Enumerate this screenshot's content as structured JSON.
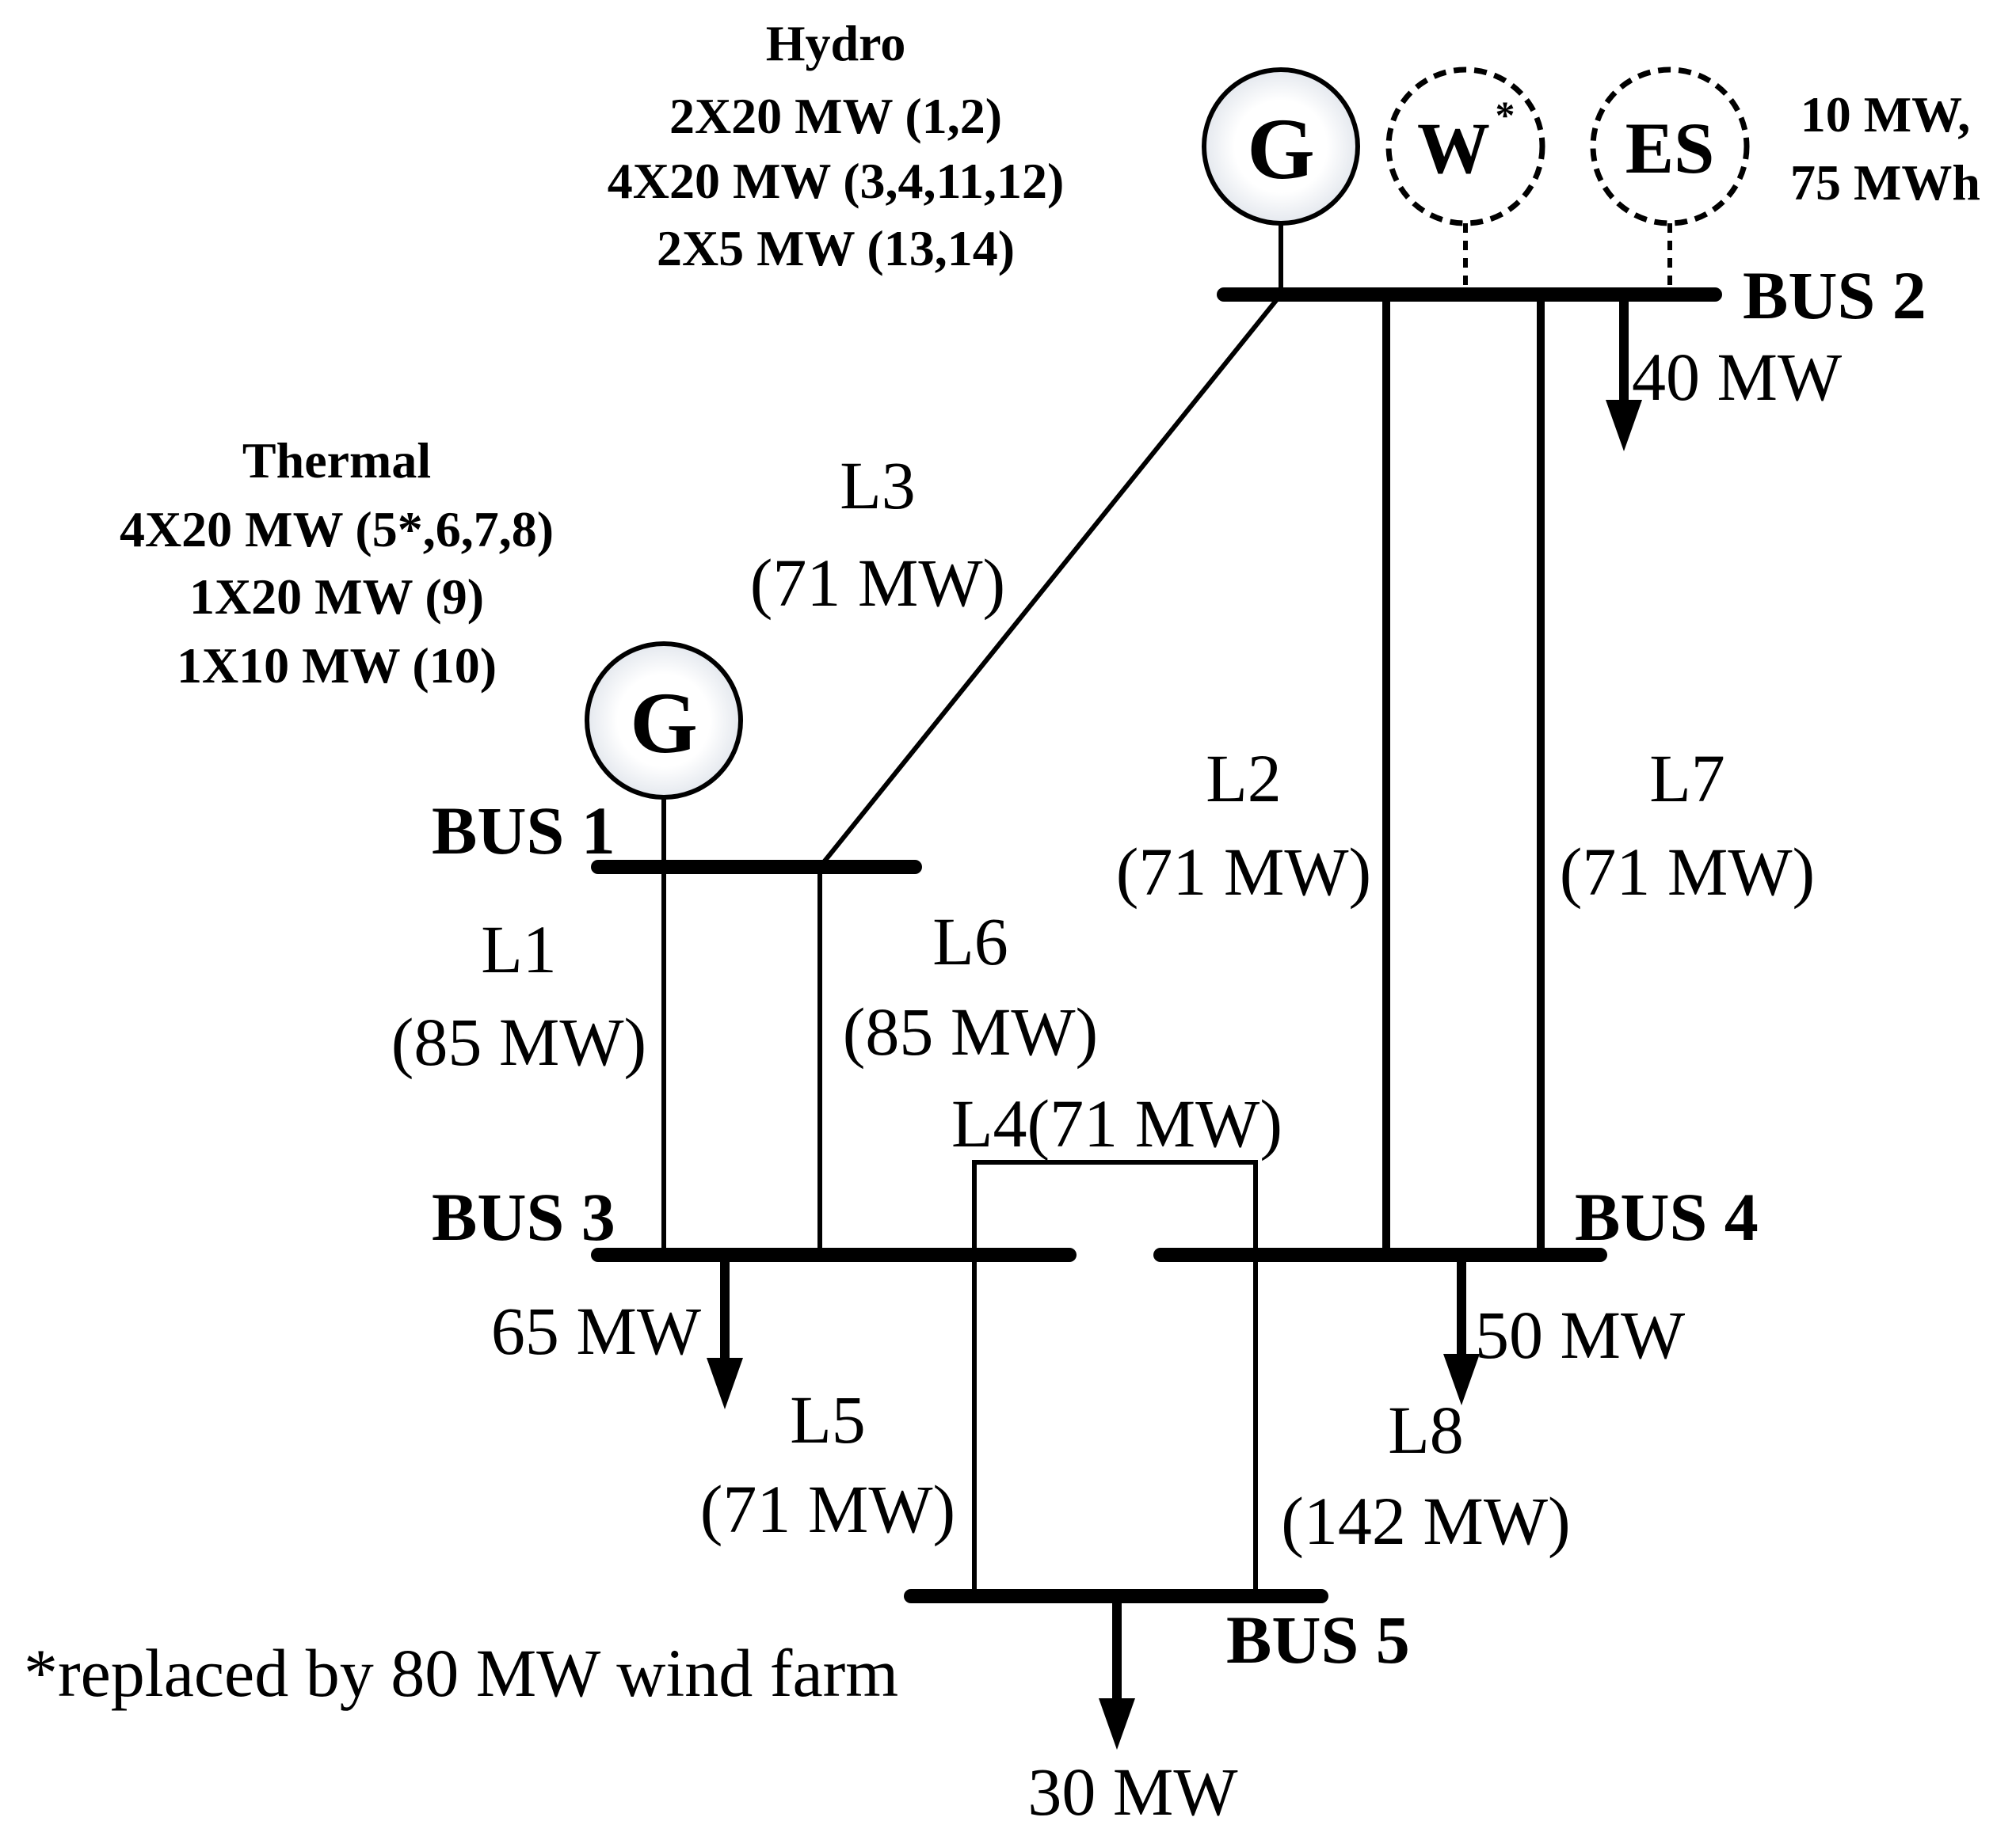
{
  "hydro": {
    "title": "Hydro",
    "line1": "2X20 MW (1,2)",
    "line2": "4X20 MW (3,4,11,12)",
    "line3": "2X5 MW (13,14)"
  },
  "thermal": {
    "title": "Thermal",
    "line1": "4X20 MW (5*,6,7,8)",
    "line2": "1X20 MW (9)",
    "line3": "1X10 MW (10)"
  },
  "generators": {
    "bus2_gen": "G",
    "bus1_gen": "G",
    "wind": "W",
    "wind_superscript": "*",
    "storage": "ES"
  },
  "storage_rating": {
    "line1": "10 MW,",
    "line2": "75 MWh"
  },
  "buses": {
    "bus1": "BUS 1",
    "bus2": "BUS 2",
    "bus3": "BUS 3",
    "bus4": "BUS 4",
    "bus5": "BUS 5"
  },
  "loads": {
    "bus2": "40 MW",
    "bus3": "65 MW",
    "bus4": "50 MW",
    "bus5": "30 MW"
  },
  "lines": {
    "L1": {
      "name": "L1",
      "rating": "(85 MW)"
    },
    "L2": {
      "name": "L2",
      "rating": "(71 MW)"
    },
    "L3": {
      "name": "L3",
      "rating": "(71 MW)"
    },
    "L4": {
      "label": "L4(71 MW)"
    },
    "L5": {
      "name": "L5",
      "rating": "(71 MW)"
    },
    "L6": {
      "name": "L6",
      "rating": "(85 MW)"
    },
    "L7": {
      "name": "L7",
      "rating": "(71 MW)"
    },
    "L8": {
      "name": "L8",
      "rating": "(142 MW)"
    }
  },
  "footnote": "*replaced by 80 MW wind farm"
}
